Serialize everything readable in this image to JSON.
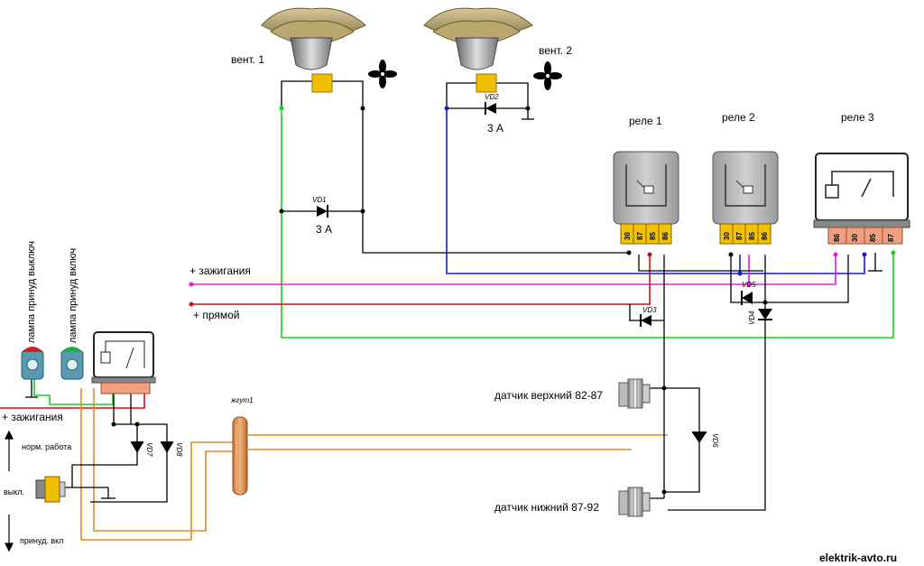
{
  "labels": {
    "fan1": "вент. 1",
    "fan2": "вент. 2",
    "relay1": "реле 1",
    "relay2": "реле 2",
    "relay3": "реле 3",
    "ignition": "+ зажигания",
    "direct": "+ прямой",
    "ignition_left": "+ зажигания",
    "sensor_upper": "датчик верхний 82-87",
    "sensor_lower": "датчик нижний 87-92",
    "lamp_off": "лампа принуд выключ",
    "lamp_on": "лампа принуд включ",
    "mode_normal": "норм. работа",
    "mode_off": "выкл.",
    "mode_forced": "принуд. вкл",
    "harness": "жгут1",
    "watermark": "elektrik-avto.ru",
    "vd1": "VD1",
    "vd1_rating": "3 А",
    "vd2": "VD2",
    "vd2_rating": "3 А",
    "vd3": "VD3",
    "vd4": "VD4",
    "vd5": "VD5",
    "vd6": "VD6",
    "vd7": "VD7",
    "vd8": "VD8"
  },
  "relay_pins": {
    "relay1": [
      "30",
      "87",
      "85",
      "86"
    ],
    "relay2": [
      "30",
      "87",
      "85",
      "86"
    ],
    "relay3": [
      "86",
      "30",
      "85",
      "87"
    ]
  },
  "colors": {
    "green": "#19d019",
    "blue": "#1a1acc",
    "magenta": "#e020e0",
    "red": "#d01010",
    "orange": "#e08a20",
    "black": "#000000"
  }
}
